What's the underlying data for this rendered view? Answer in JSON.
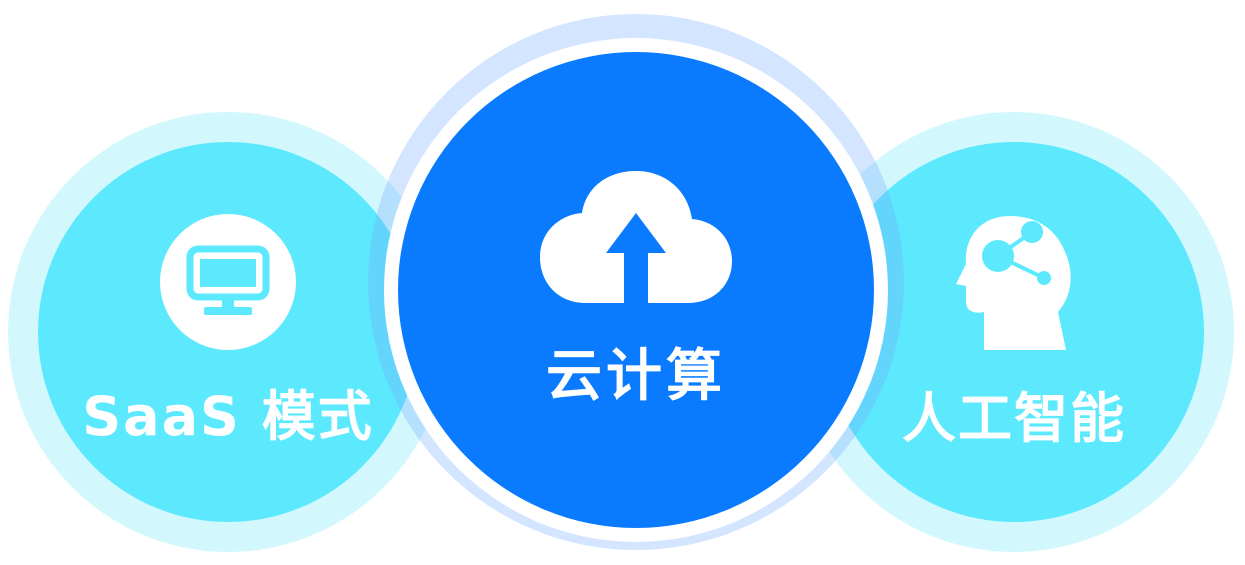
{
  "nodes": {
    "left": {
      "label": "SaaS 模式",
      "icon": "monitor-icon"
    },
    "center": {
      "label": "云计算",
      "icon": "cloud-upload-icon"
    },
    "right": {
      "label": "人工智能",
      "icon": "ai-head-icon"
    }
  },
  "colors": {
    "side_circle": "#5de9fd",
    "center_circle": "#0a7bff",
    "text": "#ffffff"
  }
}
